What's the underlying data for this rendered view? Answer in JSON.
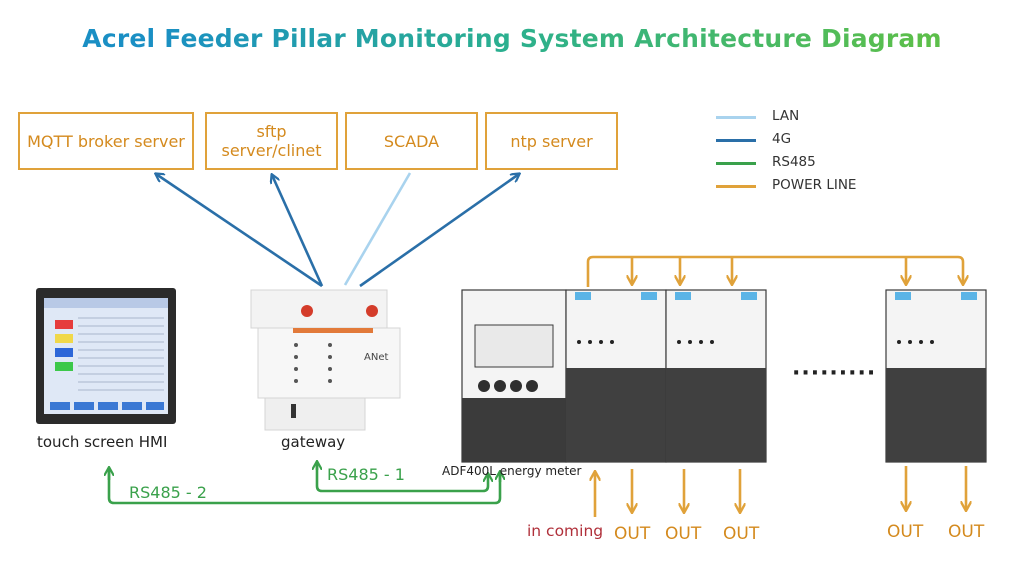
{
  "title": "Acrel Feeder Pillar Monitoring System Architecture Diagram",
  "servers": [
    {
      "id": "mqtt",
      "label": "MQTT broker server"
    },
    {
      "id": "sftp",
      "label": "sftp server/clinet"
    },
    {
      "id": "scada",
      "label": "SCADA"
    },
    {
      "id": "ntp",
      "label": "ntp server"
    }
  ],
  "legend": [
    {
      "label": "LAN",
      "color": "#a9d3ee"
    },
    {
      "label": "4G",
      "color": "#2a6fa8"
    },
    {
      "label": "RS485",
      "color": "#3aa14b"
    },
    {
      "label": "POWER LINE",
      "color": "#e0a23a"
    }
  ],
  "devices": {
    "hmi_label": "touch screen HMI",
    "gateway_label": "gateway",
    "gateway_brand": "ANet",
    "meter_label": "ADF400L energy meter"
  },
  "buses": {
    "rs485_1": "RS485 - 1",
    "rs485_2": "RS485 - 2"
  },
  "power": {
    "incoming": "in coming",
    "out_label": "OUT"
  },
  "ellipsis": "·········"
}
